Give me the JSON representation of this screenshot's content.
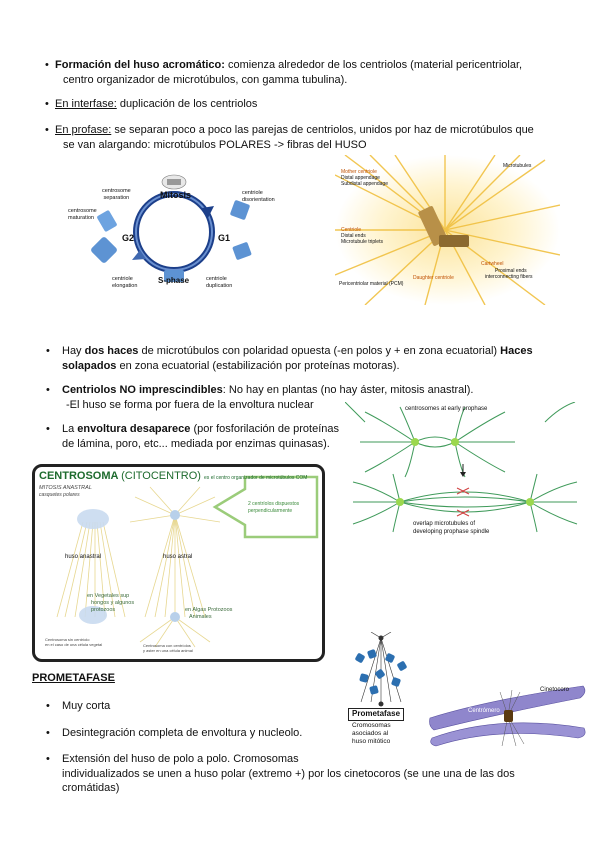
{
  "bullets_top": [
    {
      "lead": "Formación del huso acromático:",
      "line1": " comienza alrededor de los centriolos (material pericentriolar,",
      "line2": "centro organizador de microtúbulos, con gamma tubulina)."
    },
    {
      "lead": "En interfase:",
      "line1": " duplicación de los centriolos"
    },
    {
      "lead": "En profase:",
      "line1": " se separan poco a poco las parejas de centriolos, unidos por haz de microtúbulos que",
      "line2": "se van alargando: microtúbulos POLARES -> fibras del HUSO"
    }
  ],
  "cycle_figure": {
    "title": "Mitosis",
    "labels": {
      "centrosome_separation": "centrosome\nseparation",
      "centriole_disorientation": "centriole\ndisorientation",
      "centrosome_maturation": "centrosome\nmaturation",
      "g2": "G2",
      "g1": "G1",
      "s_phase": "S-phase",
      "centriole_elongation": "centriole\nelongation",
      "centriole_duplication": "centriole\nduplication"
    }
  },
  "centrosome_figure": {
    "labels": {
      "microtubules": "Microtubules",
      "mother_centriole": "Mother centriole",
      "distal_appendage": "Distal appendage",
      "subdistal_appendage": "Subdistal appendage",
      "centriole": "Centriole",
      "distal_ends": "Distal ends",
      "microtubule_triplets": "Microtubule triplets",
      "cartwheel": "Cartwheel",
      "proximal_ends": "Proximal ends",
      "interconnecting_fibers": "interconnecting fibers",
      "daughter_centriole": "Daughter centriole",
      "pcm": "Pericentriolar material (PCM)"
    }
  },
  "bullets_mid": {
    "b1": {
      "pre": "Hay ",
      "bold1": "dos haces",
      "mid": " de microtúbulos con polaridad opuesta (-en polos y + en zona ecuatorial) ",
      "bold2": "Haces",
      "bold3": "solapados",
      "post": " en zona ecuatorial (estabilización por proteínas motoras)."
    },
    "b2": {
      "bold": "Centriolos NO imprescindibles",
      "post": ": No hay en plantas (no hay áster, mitosis anastral).",
      "line2": "-El huso se forma por fuera de la envoltura nuclear"
    },
    "b3": {
      "pre": "La ",
      "bold": "envoltura desaparece",
      "post": " (por fosforilación de proteínas",
      "line2": "de lámina, poro, etc... mediada por enzimas quinasas)."
    }
  },
  "prophase_figure": {
    "top_label": "centrosomes at early prophase",
    "bottom_label_1": "overlap microtubules of",
    "bottom_label_2": "developing prophase spindle"
  },
  "centrosoma_box": {
    "title_main": "CENTROSOMA",
    "title_paren": "(CITOCENTRO)",
    "title_rest": "es el centro organizador de microtúbulos COM",
    "sub1": "MITOSIS ANASTRAL",
    "sub2": "casquetes polares",
    "arrow_text_1": "2 centríolos dispuestos",
    "arrow_text_2": "perpendicularmente",
    "label_anastral": "huso anastral",
    "label_astral": "huso astral",
    "label_plants_1": "en Vegetales sup",
    "label_plants_2": "hongos y algunos",
    "label_plants_3": "protozoos",
    "label_animals_1": "en Algas Protozoos",
    "label_animals_2": "Animales",
    "foot_left_1": "Centrosoma sin centríolo",
    "foot_left_2": "en el caso de una célula vegetal",
    "foot_right_1": "Centrosoma con centríolos",
    "foot_right_2": "y aster en una célula animal"
  },
  "prometafase": {
    "heading": "PROMETAFASE",
    "items": [
      "Muy corta",
      "Desintegración completa de envoltura y nucleolo."
    ],
    "item3_line1": "Extensión del huso de polo a polo. Cromosomas",
    "item3_line2": "individualizados se unen a huso polar (extremo +) por los cinetocoros (se une una de las dos",
    "item3_line3": "cromátidas)",
    "fig_label": "Prometafase",
    "fig_caption_1": "Cromosomas",
    "fig_caption_2": "asociados al",
    "fig_caption_3": "huso mitótico",
    "chrom_label_1": "Cinetocoro",
    "chrom_label_2": "Centrómero"
  },
  "colors": {
    "text": "#111111",
    "green_box": "#2a6b2a",
    "spindle_yellow": "#f2c94c",
    "blue_cell": "#2c6fb0",
    "purple_chrom": "#8a7fc8"
  }
}
